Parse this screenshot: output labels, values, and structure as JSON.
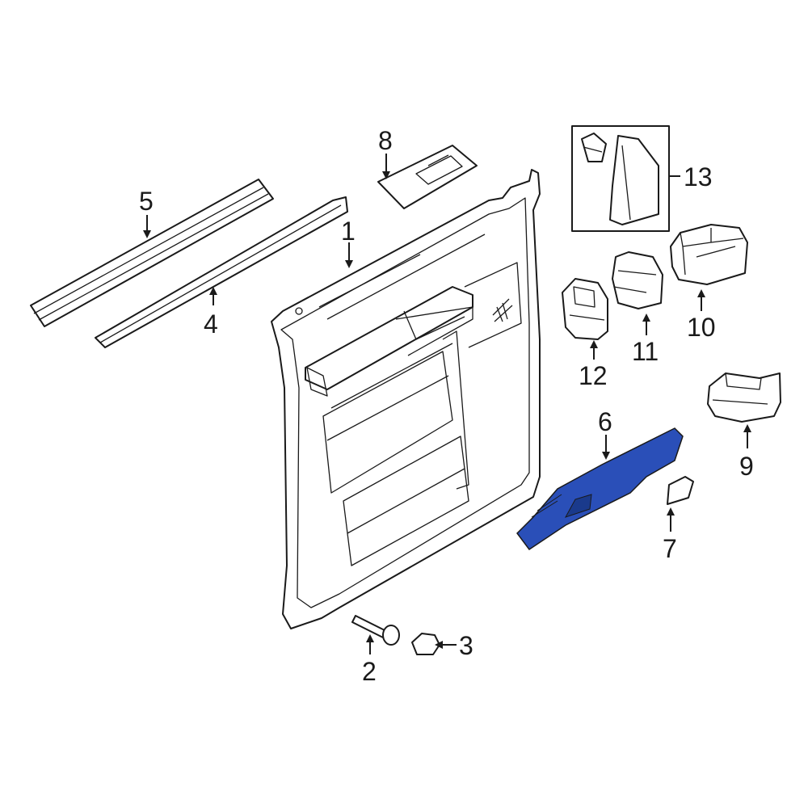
{
  "callouts": [
    {
      "id": "1",
      "label": "1"
    },
    {
      "id": "2",
      "label": "2"
    },
    {
      "id": "3",
      "label": "3"
    },
    {
      "id": "4",
      "label": "4"
    },
    {
      "id": "5",
      "label": "5"
    },
    {
      "id": "6",
      "label": "6"
    },
    {
      "id": "7",
      "label": "7"
    },
    {
      "id": "8",
      "label": "8"
    },
    {
      "id": "9",
      "label": "9"
    },
    {
      "id": "10",
      "label": "10"
    },
    {
      "id": "11",
      "label": "11"
    },
    {
      "id": "12",
      "label": "12"
    },
    {
      "id": "13",
      "label": "13"
    }
  ],
  "highlighted_part": "6",
  "colors": {
    "highlight": "#2a4fb8",
    "line": "#1a1a1a",
    "background": "#ffffff"
  }
}
